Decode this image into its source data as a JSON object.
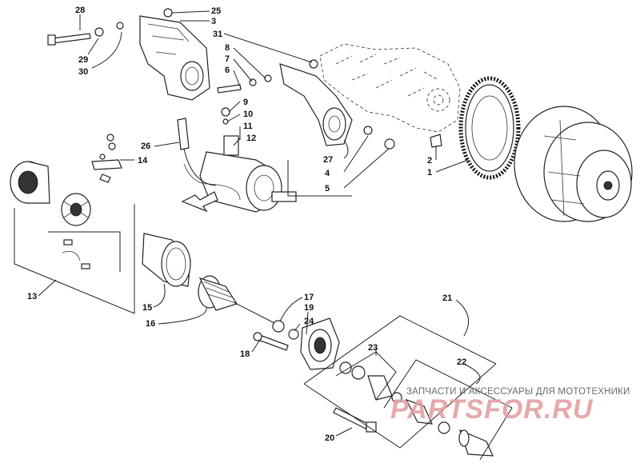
{
  "callouts": [
    {
      "id": "c1",
      "label": "1"
    },
    {
      "id": "c2",
      "label": "2"
    },
    {
      "id": "c3",
      "label": "3"
    },
    {
      "id": "c4",
      "label": "4"
    },
    {
      "id": "c5",
      "label": "5"
    },
    {
      "id": "c6",
      "label": "6"
    },
    {
      "id": "c7",
      "label": "7"
    },
    {
      "id": "c8",
      "label": "8"
    },
    {
      "id": "c9",
      "label": "9"
    },
    {
      "id": "c10",
      "label": "10"
    },
    {
      "id": "c11",
      "label": "11"
    },
    {
      "id": "c12",
      "label": "12"
    },
    {
      "id": "c13",
      "label": "13"
    },
    {
      "id": "c14",
      "label": "14"
    },
    {
      "id": "c15",
      "label": "15"
    },
    {
      "id": "c16",
      "label": "16"
    },
    {
      "id": "c17",
      "label": "17"
    },
    {
      "id": "c18",
      "label": "18"
    },
    {
      "id": "c19",
      "label": "19"
    },
    {
      "id": "c20",
      "label": "20"
    },
    {
      "id": "c21",
      "label": "21"
    },
    {
      "id": "c22",
      "label": "22"
    },
    {
      "id": "c23",
      "label": "23"
    },
    {
      "id": "c24",
      "label": "24"
    },
    {
      "id": "c25",
      "label": "25"
    },
    {
      "id": "c26",
      "label": "26"
    },
    {
      "id": "c27",
      "label": "27"
    },
    {
      "id": "c28",
      "label": "28"
    },
    {
      "id": "c29",
      "label": "29"
    },
    {
      "id": "c30",
      "label": "30"
    },
    {
      "id": "c31",
      "label": "31"
    }
  ],
  "watermark": {
    "tagline": "ЗАПЧАСТИ И АКСЕССУАРЫ ДЛЯ МОТОТЕХНИКИ",
    "logo": "PARTSFOR.RU"
  }
}
